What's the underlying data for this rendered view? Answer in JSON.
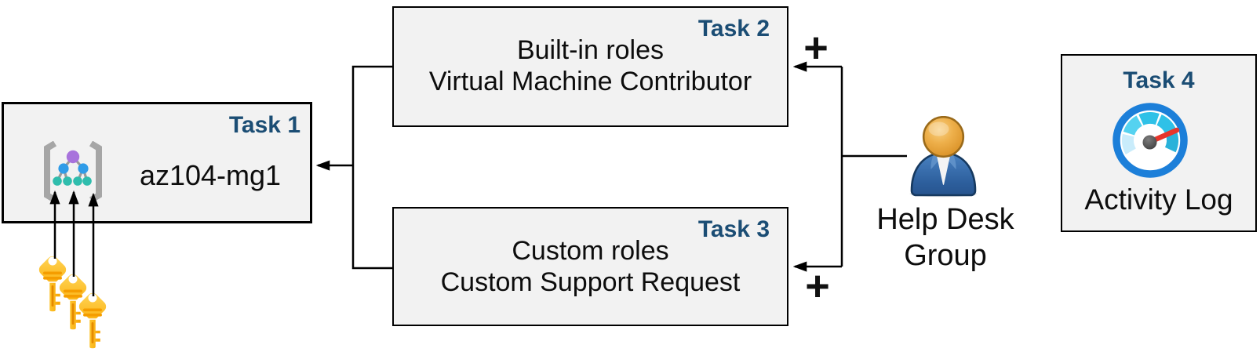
{
  "colors": {
    "background": "#ffffff",
    "box_fill": "#f2f2f2",
    "box_border": "#000000",
    "task_label": "#1b4d74",
    "text": "#0d0d0d",
    "connector": "#000000",
    "key_gold": "#fcb613",
    "key_detail": "#f59d00",
    "gauge_ring": "#1c7fd9",
    "gauge_needle": "#e8352b",
    "person_head": "#e3a23a",
    "person_body": "#3a72b0",
    "mg_purple": "#a873dc",
    "mg_blue": "#2f9ce8",
    "mg_teal": "#2fbdad"
  },
  "boxes": {
    "task1": {
      "label": "Task 1",
      "title": "az104-mg1",
      "icon": "management-group-icon"
    },
    "task2": {
      "label": "Task 2",
      "lines": [
        "Built-in roles",
        "Virtual Machine Contributor"
      ]
    },
    "task3": {
      "label": "Task 3",
      "lines": [
        "Custom roles",
        "Custom Support Request"
      ]
    },
    "task4": {
      "label": "Task 4",
      "caption": "Activity Log",
      "icon": "activity-log-gauge-icon"
    }
  },
  "annotations": {
    "plus_top": "+",
    "plus_bottom": "+",
    "help_desk_group": {
      "lines": [
        "Help Desk",
        "Group"
      ],
      "icon": "user-person-icon"
    },
    "keys": {
      "icon": "keys-icon",
      "count": 3
    }
  }
}
